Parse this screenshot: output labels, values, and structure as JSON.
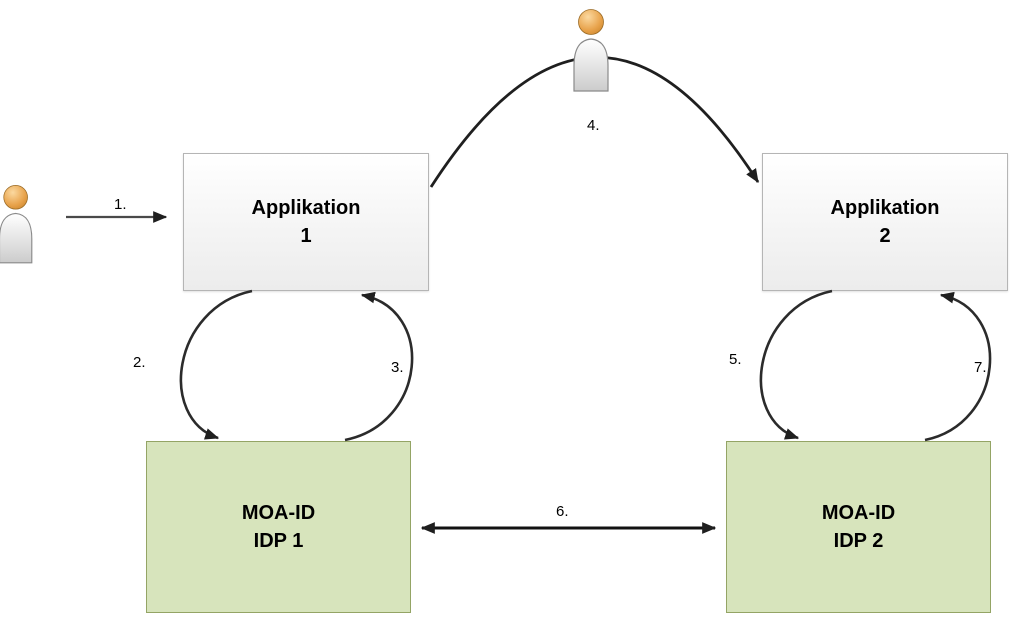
{
  "diagram": {
    "title": "",
    "boxes": [
      {
        "id": "app1",
        "line1": "Applikation",
        "line2": "1"
      },
      {
        "id": "app2",
        "line1": "Applikation",
        "line2": "2"
      },
      {
        "id": "idp1",
        "line1": "MOA-ID",
        "line2": "IDP 1"
      },
      {
        "id": "idp2",
        "line1": "MOA-ID",
        "line2": "IDP 2"
      }
    ],
    "step_labels": [
      "1.",
      "2.",
      "3.",
      "4.",
      "5.",
      "6.",
      "7."
    ],
    "icons": {
      "user": "user-icon"
    },
    "colors": {
      "app_box_bg_top": "#ffffff",
      "app_box_bg_bottom": "#ececec",
      "app_box_border": "#b5b5b5",
      "idp_box_bg": "#d7e4bc",
      "idp_box_border": "#94a465",
      "arrow": "#1f1f1f",
      "arrow_step1": "#4a4a4a",
      "person_head": "#e8a34c",
      "person_body": "#e6e6e6"
    }
  }
}
